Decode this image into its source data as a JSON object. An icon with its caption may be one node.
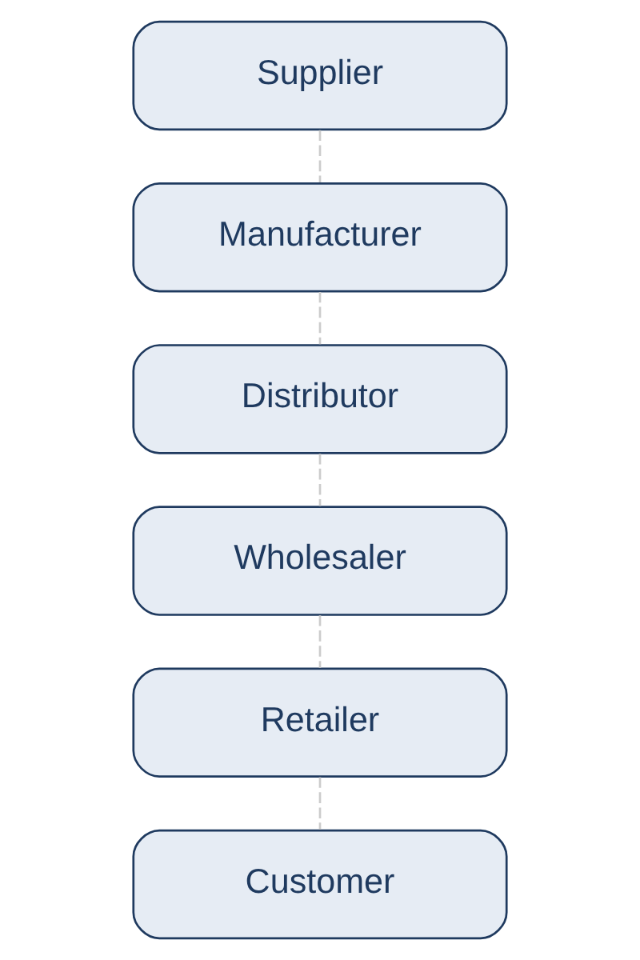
{
  "diagram": {
    "nodes": [
      {
        "text": [
          "Supplier"
        ]
      },
      {
        "text": [
          "Manufacturer"
        ]
      },
      {
        "text": [
          "Distributor"
        ]
      },
      {
        "text": [
          "Wholesaler"
        ]
      },
      {
        "text": [
          "Retailer"
        ]
      },
      {
        "text": [
          "Customer"
        ]
      }
    ],
    "edges": [
      {
        "from": 0,
        "to": 1,
        "arrow": "none",
        "style": "dashed"
      },
      {
        "from": 1,
        "to": 2,
        "arrow": "none",
        "style": "dashed"
      },
      {
        "from": 2,
        "to": 3,
        "arrow": "none",
        "style": "dashed"
      },
      {
        "from": 3,
        "to": 4,
        "arrow": "none",
        "style": "dashed"
      },
      {
        "from": 4,
        "to": 5,
        "arrow": "none",
        "style": "dashed"
      }
    ]
  }
}
